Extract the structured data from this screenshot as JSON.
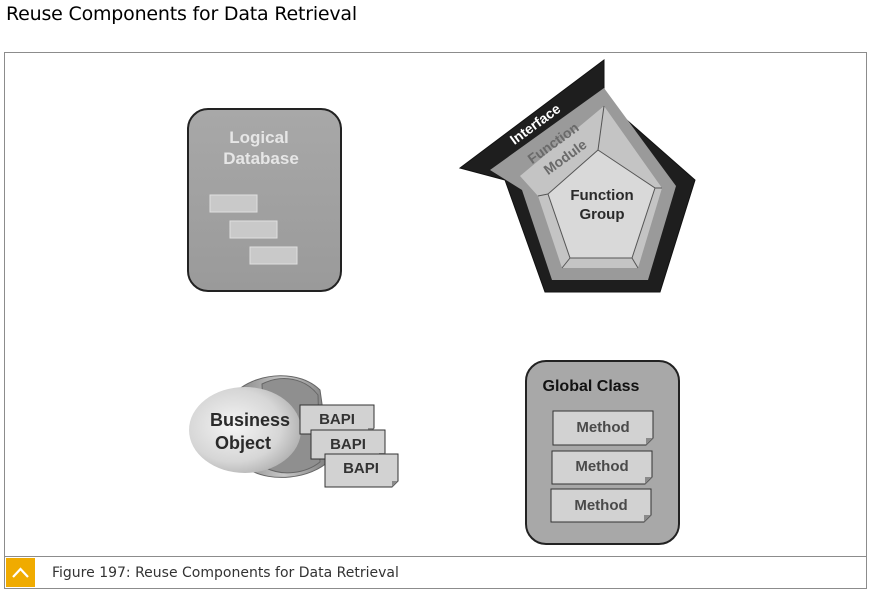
{
  "header": {
    "title": "Reuse Components for Data Retrieval"
  },
  "diagram": {
    "logical_database": {
      "line1": "Logical",
      "line2": "Database"
    },
    "function_group": {
      "interface": "Interface",
      "module_line1": "Function",
      "module_line2": "Module",
      "group_line1": "Function",
      "group_line2": "Group"
    },
    "business_object": {
      "line1": "Business",
      "line2": "Object",
      "bapis": [
        "BAPI",
        "BAPI",
        "BAPI"
      ]
    },
    "global_class": {
      "title": "Global Class",
      "methods": [
        "Method",
        "Method",
        "Method"
      ]
    }
  },
  "caption": {
    "text": "Figure 197: Reuse Components for Data Retrieval",
    "icon": "chevron-up-icon"
  },
  "colors": {
    "accent": "#f0ab00"
  }
}
